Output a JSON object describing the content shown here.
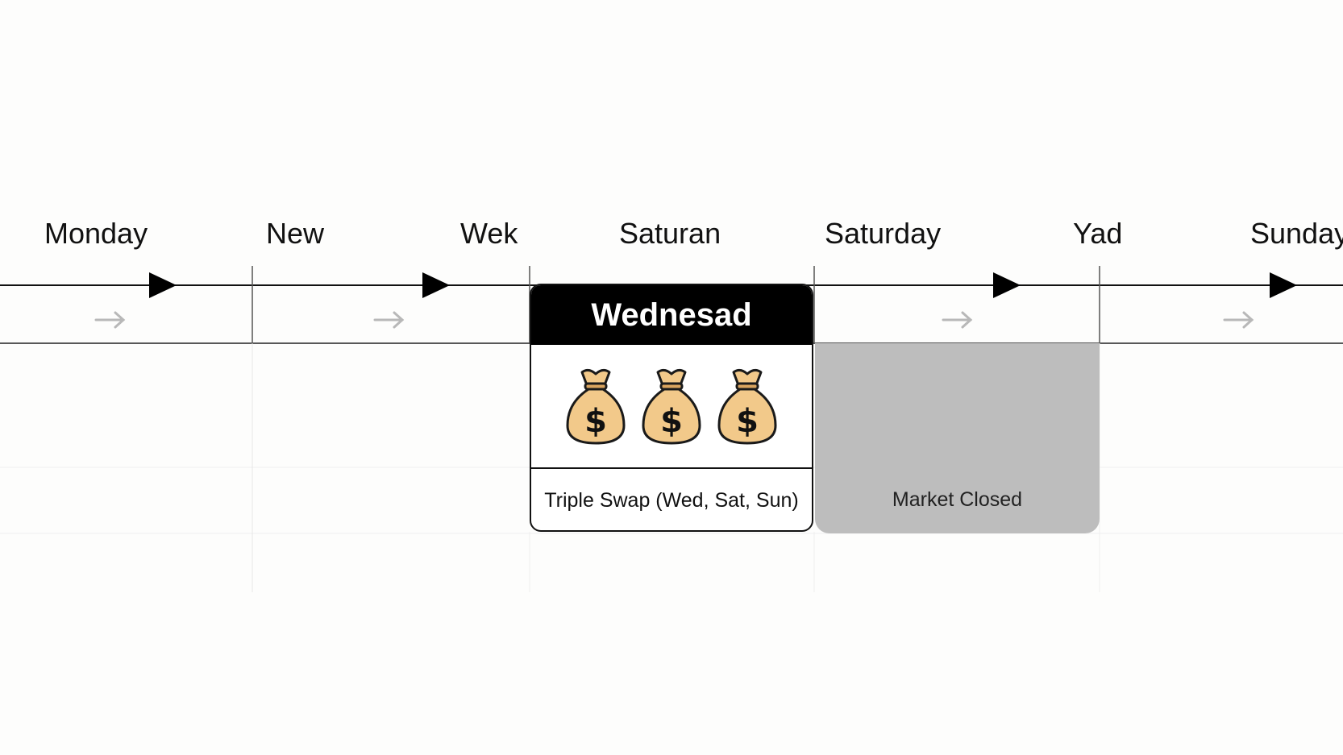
{
  "days": [
    {
      "label": "Monday"
    },
    {
      "label": "New"
    },
    {
      "label": "Wek"
    },
    {
      "label": "Saturan"
    },
    {
      "label": "Saturday"
    },
    {
      "label": "Yad"
    },
    {
      "label": "Sunday"
    }
  ],
  "highlight": {
    "title": "Wednesad",
    "icons": [
      "money-bag-icon",
      "money-bag-icon",
      "money-bag-icon"
    ],
    "caption": "Triple Swap (Wed, Sat, Sun)"
  },
  "closed": {
    "label": "Market Closed"
  },
  "colors": {
    "line": "#111111",
    "divider": "#555555",
    "small_arrow": "#b8b8b8",
    "header_bg": "#000000",
    "closed_bg": "#bdbdbd",
    "bag_fill": "#f2c98a",
    "bag_outline": "#1a1a1a"
  }
}
